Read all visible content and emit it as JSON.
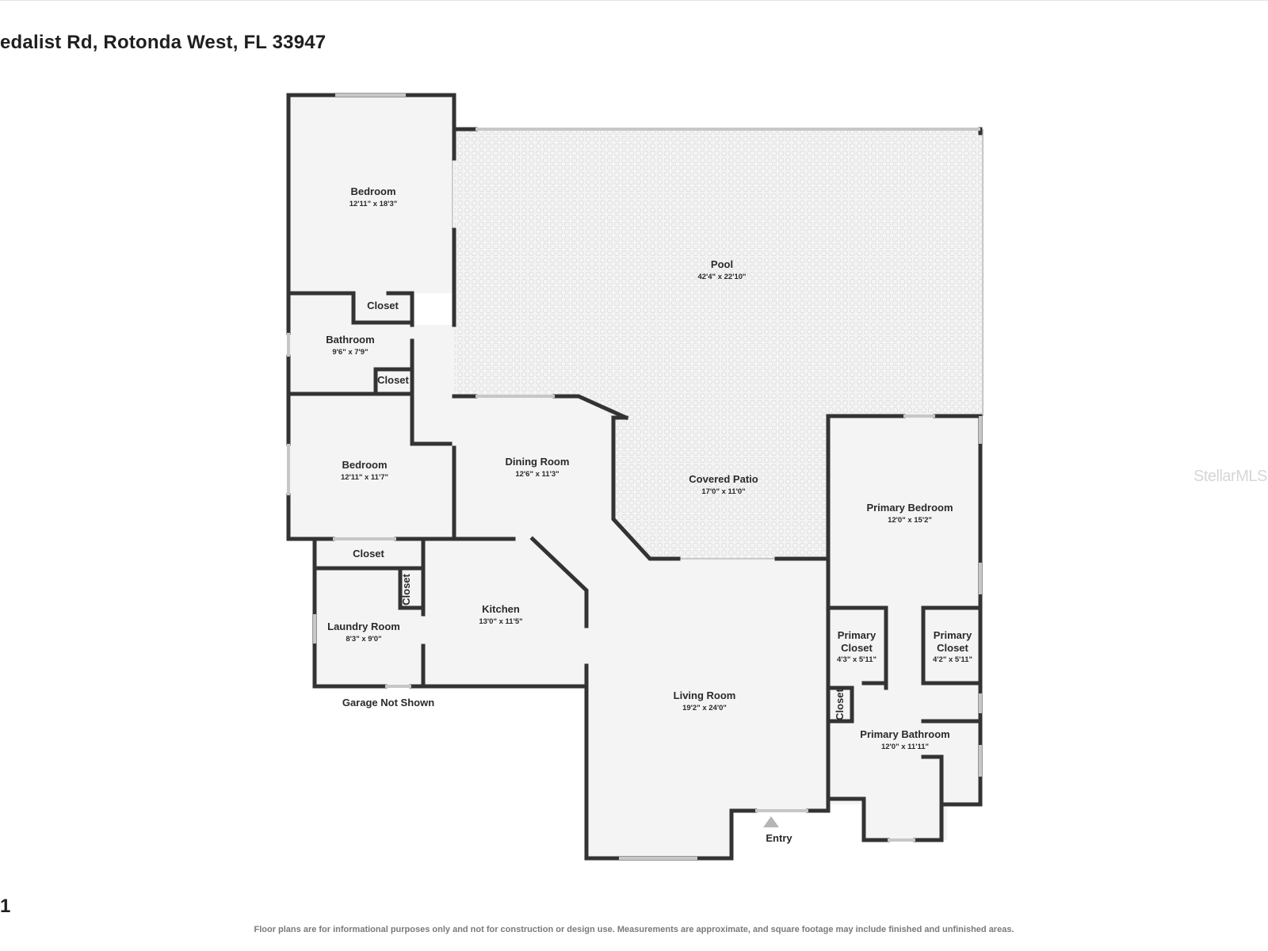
{
  "header": {
    "address": "edalist Rd, Rotonda West, FL 33947"
  },
  "floor": {
    "label": "1"
  },
  "watermark": "StellarMLS",
  "disclaimer": "Floor plans are for informational purposes only and not for construction or design use. Measurements are approximate, and square footage may include finished and unfinished areas.",
  "rooms": {
    "bedroom_1": {
      "name": "Bedroom",
      "dims": "12'11\" x 18'3\""
    },
    "closet_1": {
      "name": "Closet"
    },
    "bathroom": {
      "name": "Bathroom",
      "dims": "9'6\" x 7'9\""
    },
    "closet_2": {
      "name": "Closet"
    },
    "bedroom_2": {
      "name": "Bedroom",
      "dims": "12'11\" x 11'7\""
    },
    "closet_3": {
      "name": "Closet"
    },
    "laundry": {
      "name": "Laundry Room",
      "dims": "8'3\" x 9'0\""
    },
    "closet_4": {
      "name": "Closet"
    },
    "kitchen": {
      "name": "Kitchen",
      "dims": "13'0\" x 11'5\""
    },
    "dining": {
      "name": "Dining Room",
      "dims": "12'6\" x 11'3\""
    },
    "pool": {
      "name": "Pool",
      "dims": "42'4\" x 22'10\""
    },
    "covered_patio": {
      "name": "Covered Patio",
      "dims": "17'0\" x 11'0\""
    },
    "primary_bedroom": {
      "name": "Primary Bedroom",
      "dims": "12'0\" x 15'2\""
    },
    "primary_closet_1": {
      "name_line1": "Primary",
      "name_line2": "Closet",
      "dims": "4'3\" x 5'11\""
    },
    "primary_closet_2": {
      "name_line1": "Primary",
      "name_line2": "Closet",
      "dims": "4'2\" x 5'11\""
    },
    "closet_5": {
      "name": "Closet"
    },
    "primary_bathroom": {
      "name": "Primary Bathroom",
      "dims": "12'0\" x 11'11\""
    },
    "living": {
      "name": "Living Room",
      "dims": "19'2\" x 24'0\""
    }
  },
  "labels": {
    "garage_note": "Garage Not Shown",
    "entry": "Entry"
  }
}
